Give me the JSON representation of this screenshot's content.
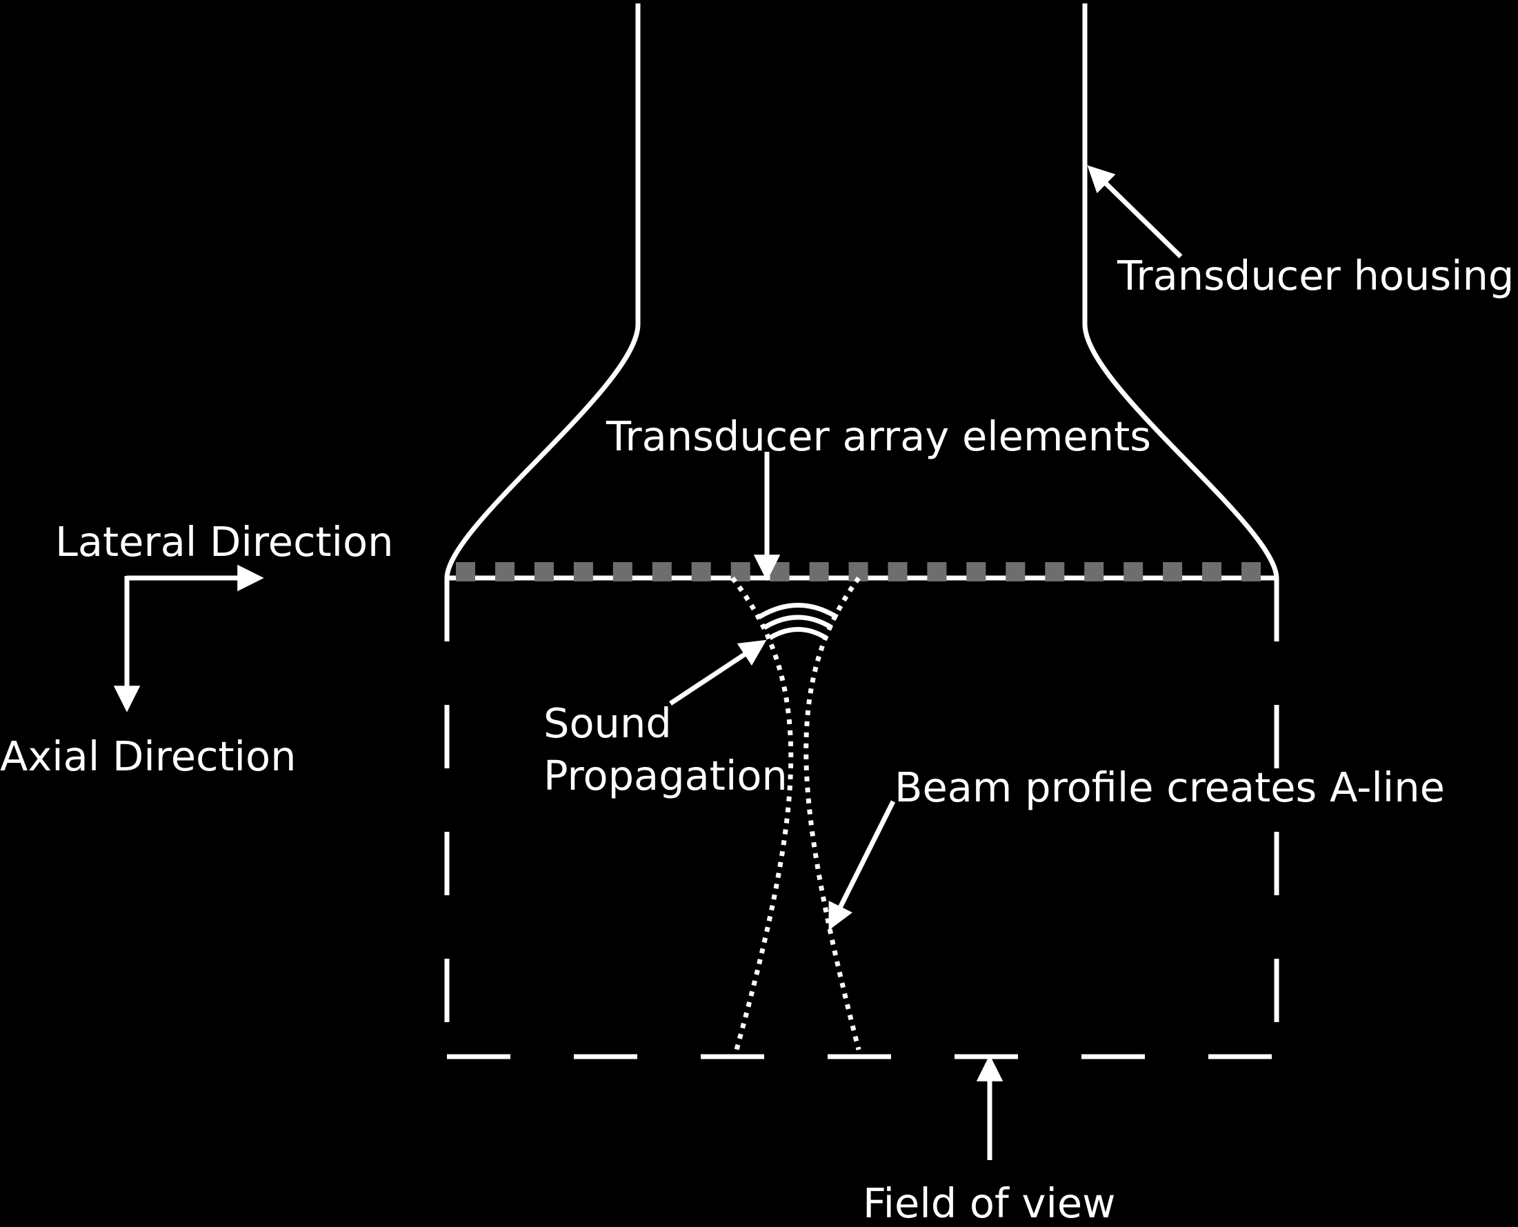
{
  "colors": {
    "background": "#000000",
    "foreground": "#ffffff",
    "array_element": "#6e6e6e"
  },
  "labels": {
    "transducer_housing": "Transducer housing",
    "transducer_array_elements": "Transducer array elements",
    "lateral_direction": "Lateral Direction",
    "axial_direction": "Axial Direction",
    "sound_propagation_line1": "Sound",
    "sound_propagation_line2": "Propagation",
    "beam_profile": "Beam profile creates A-line",
    "field_of_view": "Field of view"
  },
  "transducer_array": {
    "element_count": 21
  }
}
